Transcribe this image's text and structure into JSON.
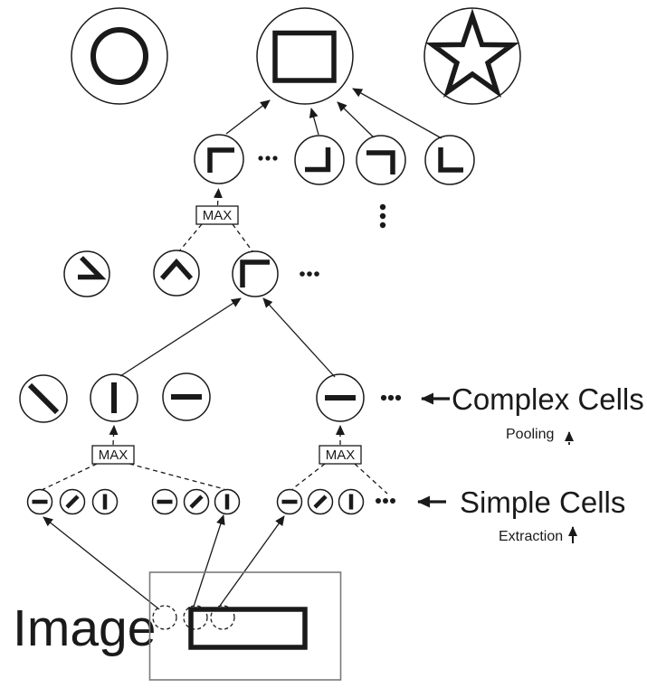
{
  "colors": {
    "ink": "#1a1a1a",
    "image_frame_gray": "#7a7a7a",
    "background": "#ffffff"
  },
  "labels": {
    "max": "MAX",
    "complex_cells": "Complex Cells",
    "simple_cells": "Simple Cells",
    "pooling": "Pooling",
    "extraction": "Extraction",
    "image": "Image"
  },
  "hierarchy": {
    "object_units": [
      {
        "icon": "circle-shape-icon"
      },
      {
        "icon": "rectangle-shape-icon"
      },
      {
        "icon": "star-shape-icon"
      }
    ],
    "composite_feature_units": [
      {
        "icon": "corner-top-left-icon"
      },
      {
        "icon": "corner-bottom-right-icon"
      },
      {
        "icon": "corner-top-right-icon"
      },
      {
        "icon": "corner-bottom-left-icon"
      }
    ],
    "pooled_corner_units": [
      {
        "icon": "angle-open-upper-left-icon"
      },
      {
        "icon": "chevron-up-icon"
      },
      {
        "icon": "corner-top-left-icon"
      }
    ],
    "complex_cell_units": [
      {
        "icon": "bar-diagonal-left-icon"
      },
      {
        "icon": "bar-vertical-icon"
      },
      {
        "icon": "bar-horizontal-icon"
      },
      {
        "icon": "bar-horizontal-icon"
      }
    ],
    "simple_cell_groups": [
      {
        "units": [
          "bar-horizontal-icon",
          "bar-diagonal-right-icon",
          "bar-vertical-icon"
        ]
      },
      {
        "units": [
          "bar-horizontal-icon",
          "bar-diagonal-right-icon",
          "bar-vertical-icon"
        ]
      },
      {
        "units": [
          "bar-horizontal-icon",
          "bar-diagonal-right-icon",
          "bar-vertical-icon"
        ]
      }
    ],
    "max_operation_count": 3
  }
}
